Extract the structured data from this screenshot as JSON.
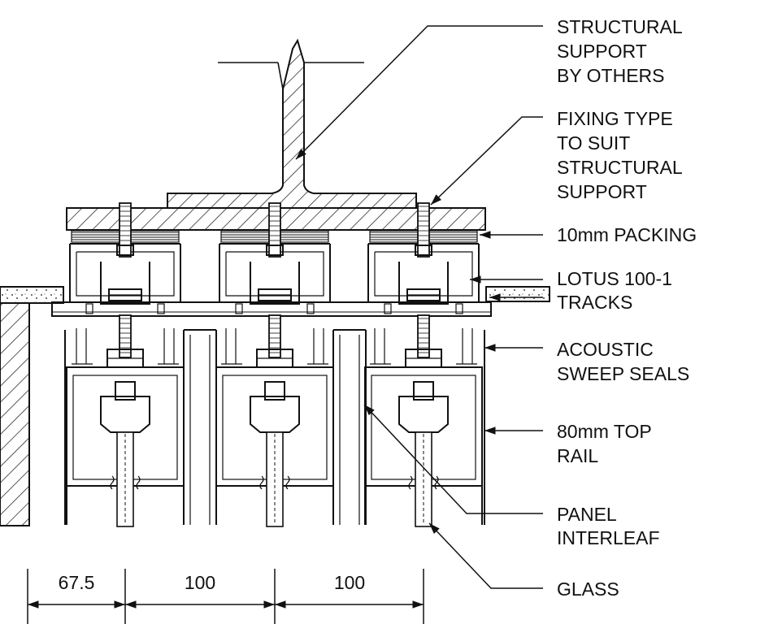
{
  "labels": {
    "structural_support": [
      "STRUCTURAL",
      "SUPPORT",
      "BY OTHERS"
    ],
    "fixing_type": [
      "FIXING TYPE",
      "TO SUIT",
      "STRUCTURAL",
      "SUPPORT"
    ],
    "packing": [
      "10mm PACKING"
    ],
    "tracks": [
      "LOTUS 100-1",
      "TRACKS"
    ],
    "acoustic_seals": [
      "ACOUSTIC",
      "SWEEP SEALS"
    ],
    "top_rail": [
      "80mm TOP",
      "RAIL"
    ],
    "panel_interleaf": [
      "PANEL",
      "INTERLEAF"
    ],
    "glass": [
      "GLASS"
    ]
  },
  "dimensions": [
    "67.5",
    "100",
    "100"
  ],
  "colors": {
    "line": "#111111",
    "background": "#ffffff"
  }
}
